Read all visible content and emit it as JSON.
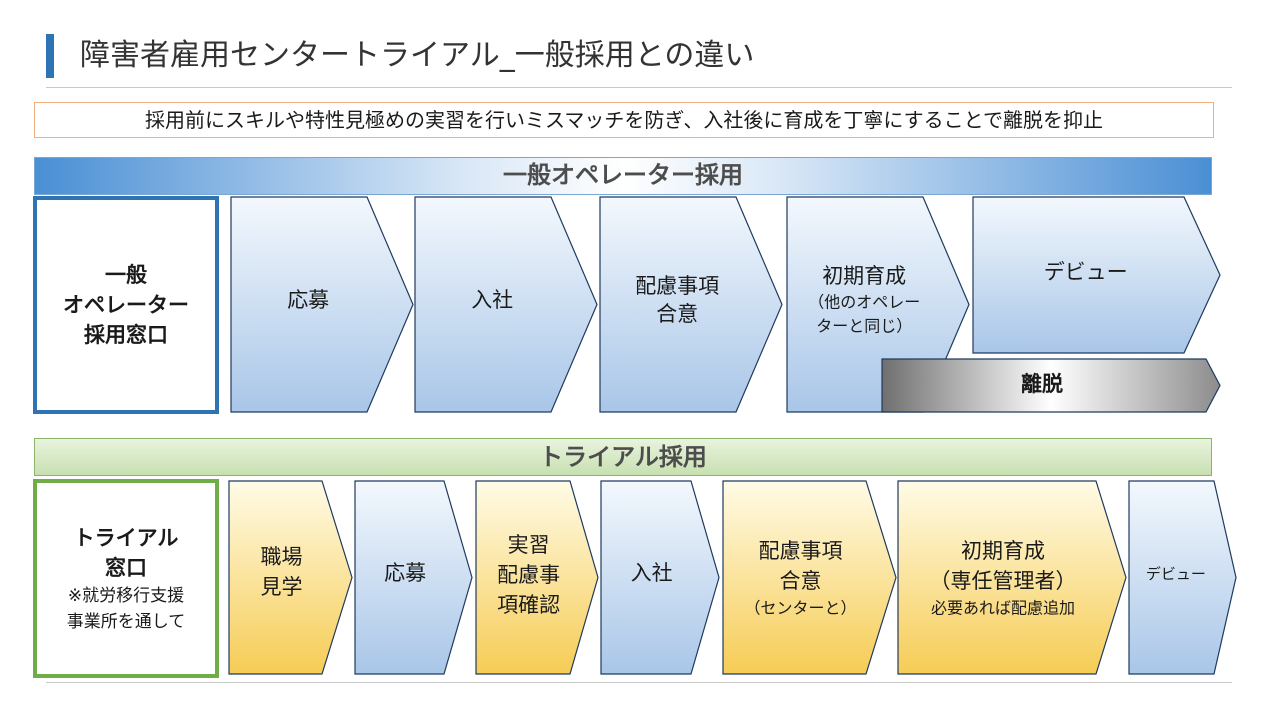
{
  "slide": {
    "title": "障害者雇用センタートライアル_一般採用との違い",
    "summary": "採用前にスキルや特性見極めの実習を行いミスマッチを防ぎ、入社後に育成を丁寧にすることで離脱を抑止"
  },
  "general": {
    "band_label": "一般オペレーター採用",
    "window_lines": [
      "一般",
      "オペレーター",
      "採用窓口"
    ],
    "steps": [
      {
        "lines": [
          "応募"
        ]
      },
      {
        "lines": [
          "入社"
        ]
      },
      {
        "lines": [
          "配慮事項",
          "合意"
        ]
      },
      {
        "lines": [
          "初期育成"
        ],
        "sub_lines": [
          "（他のオペレー",
          "ターと同じ）"
        ]
      },
      {
        "lines": [
          "デビュー"
        ]
      }
    ],
    "dropout_label": "離脱"
  },
  "trial": {
    "band_label": "トライアル採用",
    "window_lines": [
      "トライアル",
      "窓口"
    ],
    "window_sub_lines": [
      "※就労移行支援",
      "事業所を通して"
    ],
    "steps": [
      {
        "lines": [
          "職場",
          "見学"
        ],
        "color": "yellow"
      },
      {
        "lines": [
          "応募"
        ],
        "color": "blue"
      },
      {
        "lines": [
          "実習",
          "配慮事",
          "項確認"
        ],
        "color": "yellow"
      },
      {
        "lines": [
          "入社"
        ],
        "color": "blue"
      },
      {
        "lines": [
          "配慮事項",
          "合意"
        ],
        "sub_lines": [
          "（センターと）"
        ],
        "color": "yellow"
      },
      {
        "lines": [
          "初期育成",
          "（専任管理者）"
        ],
        "sub_lines": [
          "必要あれば配慮追加"
        ],
        "color": "yellow"
      },
      {
        "lines": [
          "デビュー"
        ],
        "color": "blue",
        "small": true
      }
    ]
  },
  "colors": {
    "blue_fill_top": "#f3f8fd",
    "blue_fill_bottom": "#a9c6e8",
    "yellow_fill_top": "#fffbe6",
    "yellow_fill_bottom": "#f6cc55",
    "outline": "#1f3a5f",
    "dropout_fill": "#8c8c8c"
  }
}
